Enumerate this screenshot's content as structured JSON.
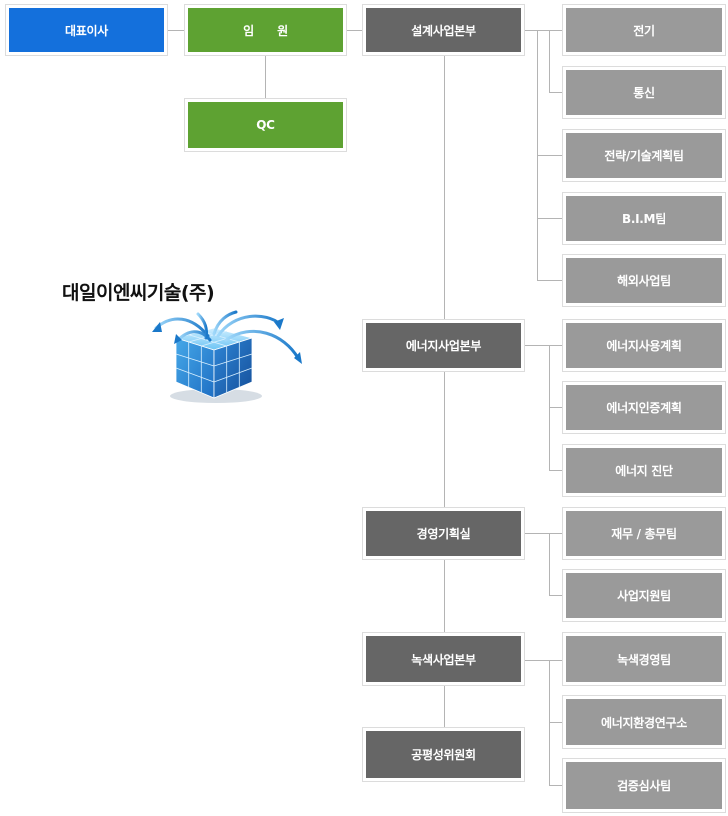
{
  "top": {
    "ceo": "대표이사",
    "executives": "임      원",
    "qc": "QC"
  },
  "company": {
    "name": "대일이엔씨기술(주)"
  },
  "divisions": [
    {
      "label": "설계사업본부",
      "teams": [
        "전기",
        "통신",
        "전략/기술계획팀",
        "B.I.M팀",
        "해외사업팀"
      ]
    },
    {
      "label": "에너지사업본부",
      "teams": [
        "에너지사용계획",
        "에너지인증계획",
        "에너지 진단"
      ]
    },
    {
      "label": "경영기획실",
      "teams": [
        "재무 / 총무팀",
        "사업지원팀"
      ]
    },
    {
      "label": "녹색사업본부",
      "teams": [
        "녹색경영팀",
        "에너지환경연구소",
        "검증심사팀"
      ]
    },
    {
      "label": "공평성위원회",
      "teams": []
    }
  ],
  "colors": {
    "ceo": "#1470dc",
    "executive": "#5ea232",
    "division": "#666666",
    "team": "#9a9a9a",
    "line": "#b4b4b4"
  }
}
